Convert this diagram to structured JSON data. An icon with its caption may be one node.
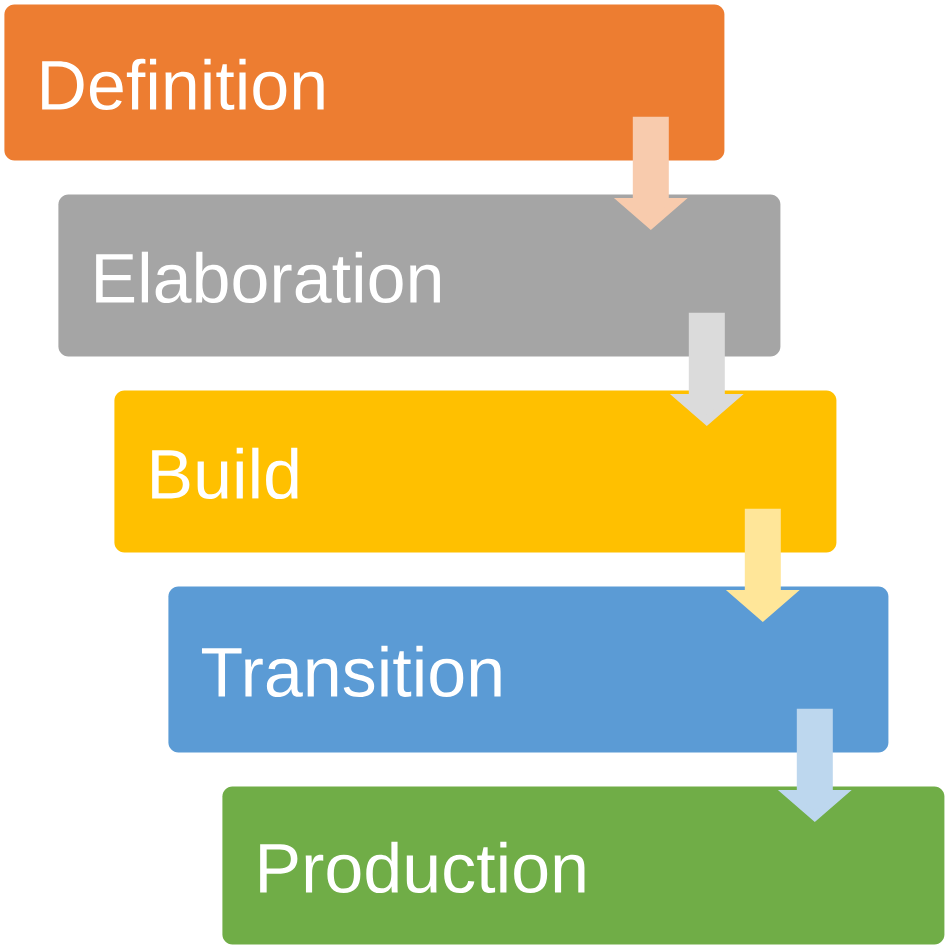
{
  "diagram": {
    "nodes": [
      {
        "text": [
          "Definition"
        ]
      },
      {
        "text": [
          "Elaboration"
        ]
      },
      {
        "text": [
          "Build"
        ]
      },
      {
        "text": [
          "Transition"
        ]
      },
      {
        "text": [
          "Production"
        ]
      }
    ],
    "edges": [
      {
        "from": 0,
        "to": 1,
        "arrow": "to",
        "color": "#F8CBAD"
      },
      {
        "from": 1,
        "to": 2,
        "arrow": "to",
        "color": "#DBDBDB"
      },
      {
        "from": 2,
        "to": 3,
        "arrow": "to",
        "color": "#FFE699"
      },
      {
        "from": 3,
        "to": 4,
        "arrow": "to",
        "color": "#BDD7EE"
      }
    ]
  }
}
